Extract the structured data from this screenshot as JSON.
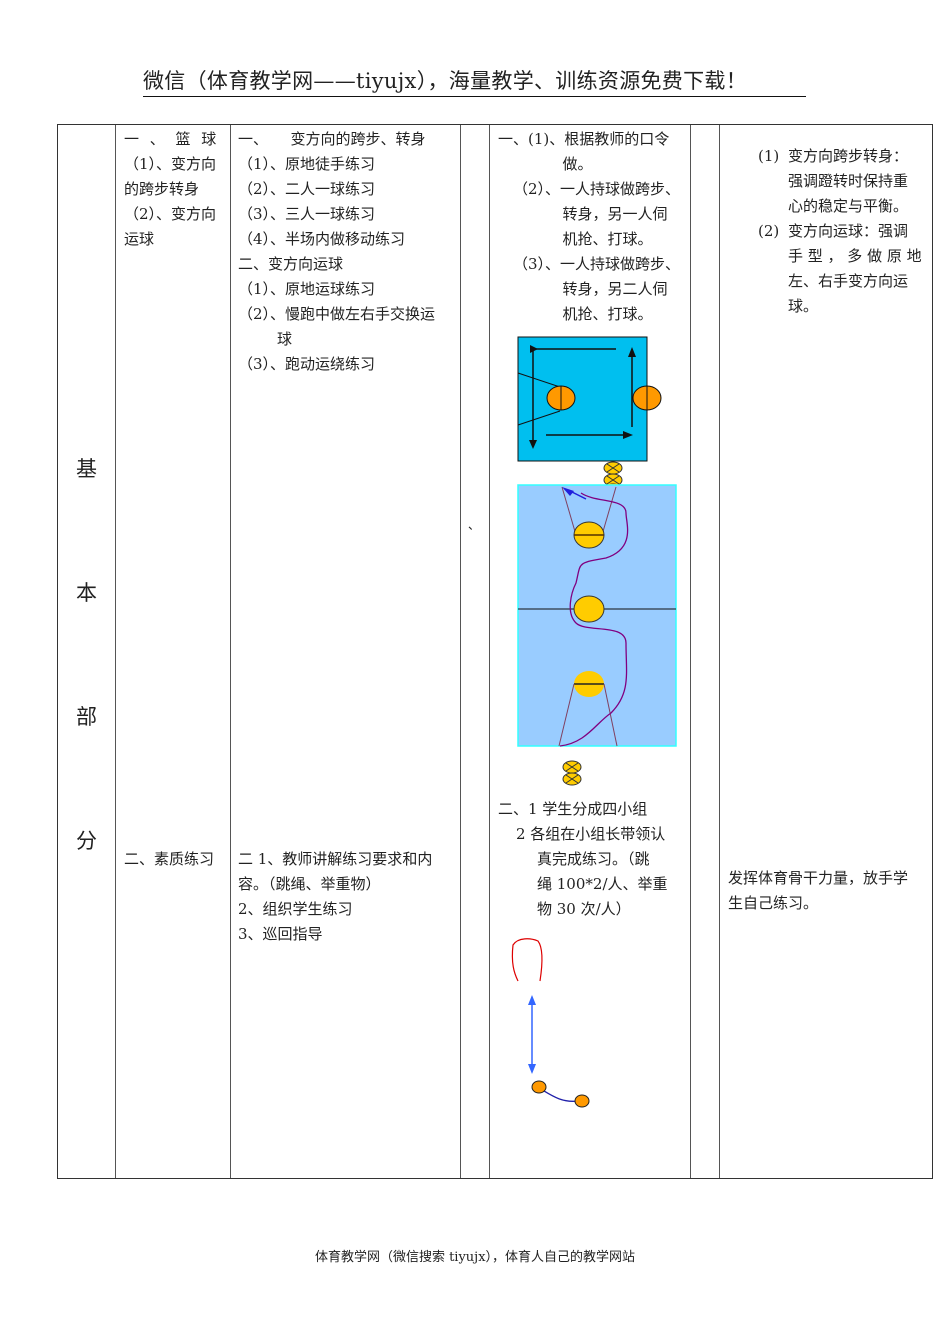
{
  "header": {
    "title": "微信（体育教学网——tiyujx），海量教学、训练资源免费下载！"
  },
  "section_label": [
    "基",
    "本",
    "部",
    "分"
  ],
  "content": {
    "basketball": [
      "一 、 篮 球",
      "（1）、变方向",
      "的跨步转身",
      "（2）、变方向",
      "运球"
    ],
    "fitness": "二、素质练习"
  },
  "teacher": {
    "basketball": [
      "一、　　变方向的跨步、转身",
      "（1）、原地徒手练习",
      "（2）、二人一球练习",
      "（3）、三人一球练习",
      "（4）、半场内做移动练习",
      "二、变方向运球",
      "（1）、原地运球练习",
      "（2）、慢跑中做左右手交换运",
      "球",
      "（3）、跑动运绕练习"
    ],
    "fitness": [
      "二 1、教师讲解练习要求和内",
      "容。（跳绳、举重物）",
      "2、组织学生练习",
      "3、巡回指导"
    ]
  },
  "separator_mark": "、",
  "students": {
    "basketball": [
      "一、(1)、根据教师的口令",
      "做。",
      "（2）、一人持球做跨步、",
      "转身，另一人伺",
      "机抢、打球。",
      "（3）、一人持球做跨步、",
      "转身，另二人伺",
      "机抢、打球。"
    ],
    "fitness": [
      "二、1 学生分成四小组",
      "2 各组在小组长带领认",
      "真完成练习。（跳",
      "绳 100*2/人、举重",
      "物 30 次/人）"
    ]
  },
  "notes": {
    "basketball": [
      {
        "num": "(1)",
        "lines": [
          "变方向跨步转身：",
          "强调蹬转时保持重",
          "心的稳定与平衡。"
        ]
      },
      {
        "num": "(2)",
        "lines": [
          "变方向运球：强调",
          "手 型 ， 多 做 原 地",
          "左、右手变方向运",
          "球。"
        ]
      }
    ],
    "fitness": [
      "发挥体育骨干力量，放手学",
      "生自己练习。"
    ]
  },
  "diagram_colors": {
    "court_top": "#00bfef",
    "court_bottom": "#99ccff",
    "ball": "#ff9900",
    "marker": "#ffcc00",
    "path": "#800080",
    "arrow": "#3366ff",
    "rope": "#dd0000"
  },
  "footer": {
    "text": "体育教学网（微信搜索 tiyujx），体育人自己的教学网站"
  }
}
